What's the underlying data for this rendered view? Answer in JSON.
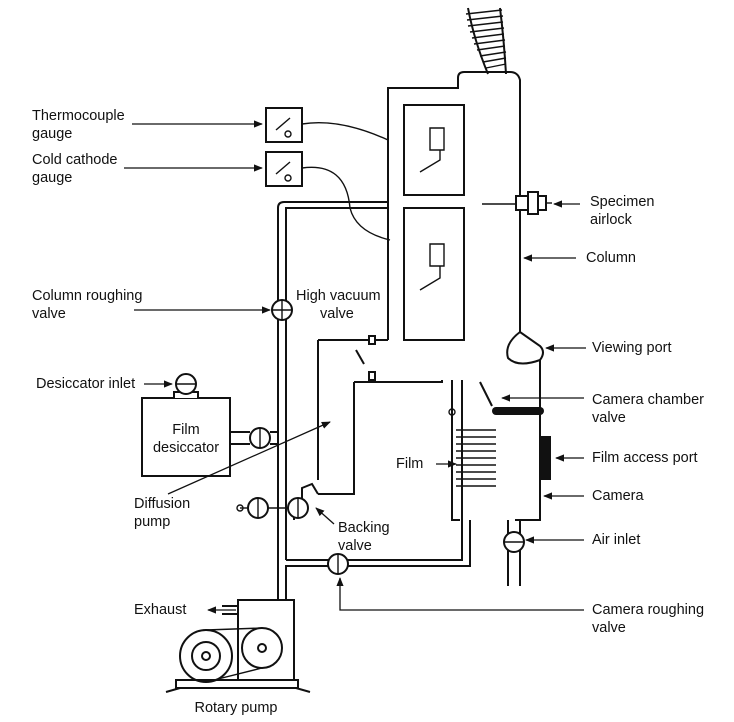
{
  "labels": {
    "thermocouple": [
      "Thermocouple",
      "gauge"
    ],
    "cold_cathode": [
      "Cold cathode",
      "gauge"
    ],
    "column_roughing": [
      "Column roughing",
      "valve"
    ],
    "desiccator_inlet": "Desiccator inlet",
    "film_desiccator": [
      "Film",
      "desiccator"
    ],
    "diffusion_pump": [
      "Diffusion",
      "pump"
    ],
    "exhaust": "Exhaust",
    "rotary_pump": "Rotary pump",
    "high_vacuum": [
      "High vacuum",
      "valve"
    ],
    "backing": [
      "Backing",
      "valve"
    ],
    "film": "Film",
    "specimen_airlock": [
      "Specimen",
      "airlock"
    ],
    "column": "Column",
    "viewing_port": "Viewing port",
    "camera_chamber": [
      "Camera chamber",
      "valve"
    ],
    "film_access": "Film access port",
    "camera": "Camera",
    "air_inlet": "Air inlet",
    "camera_roughing": [
      "Camera roughing",
      "valve"
    ]
  }
}
